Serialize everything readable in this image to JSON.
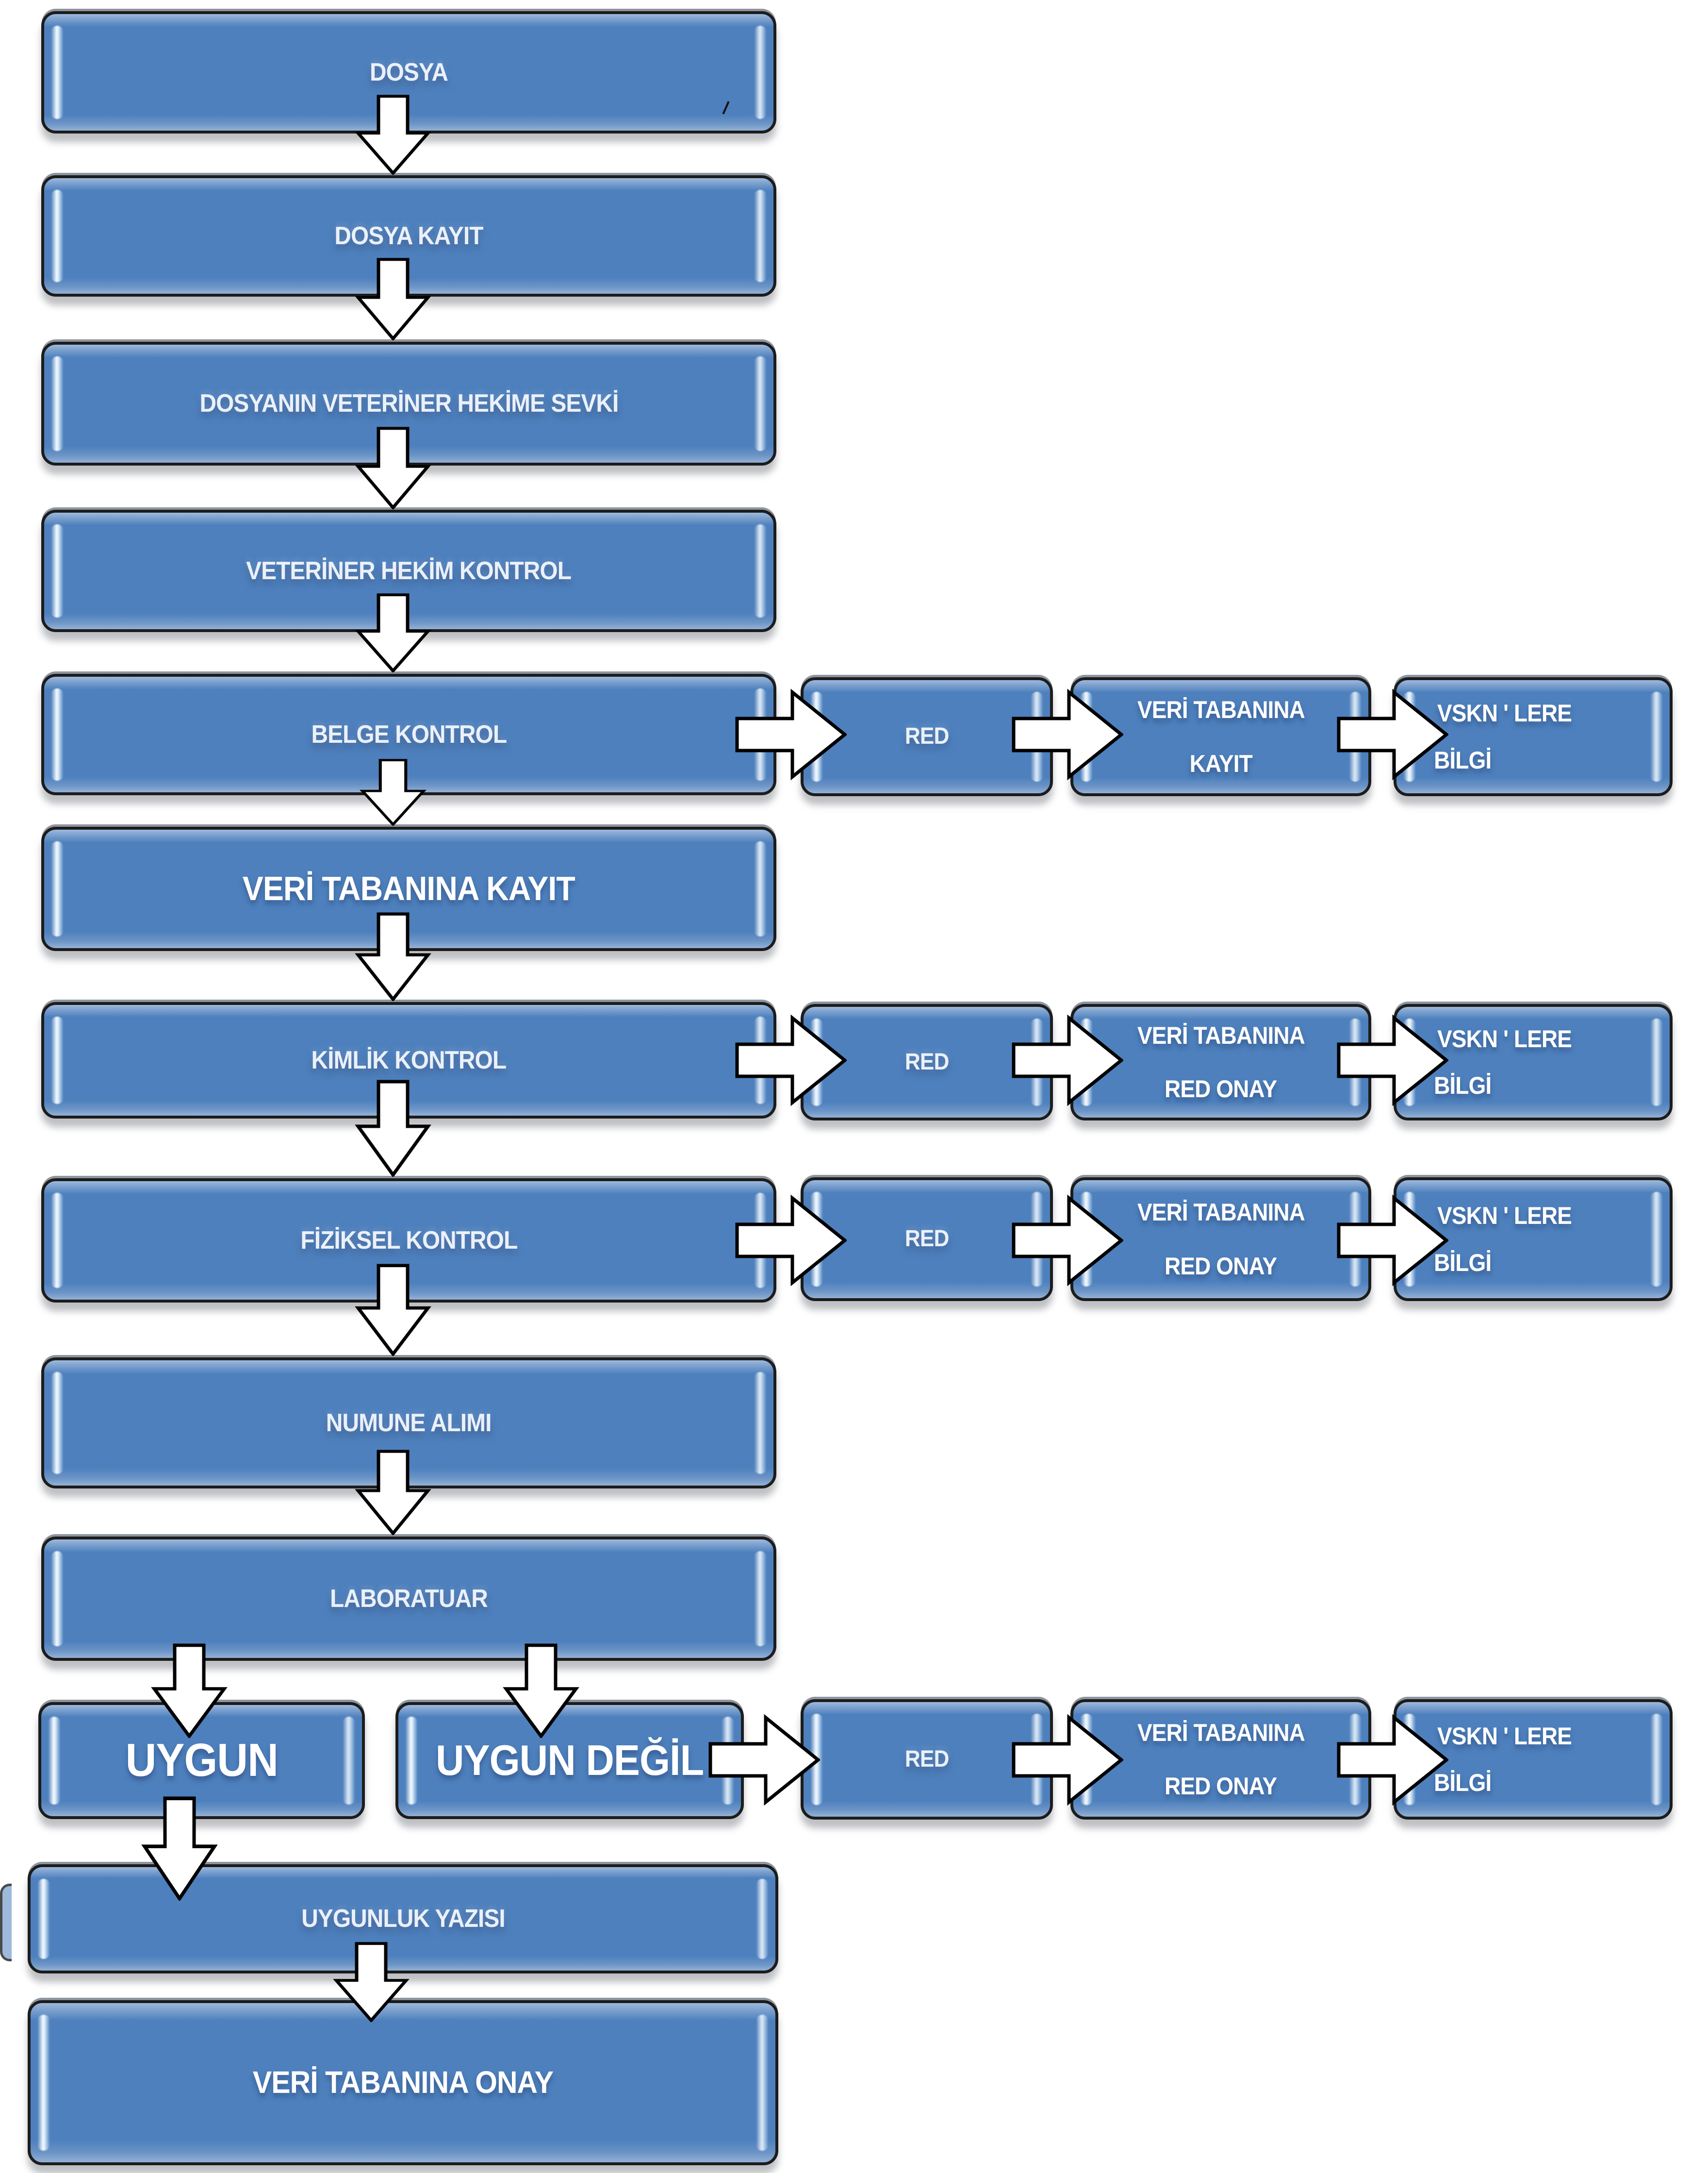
{
  "labels": {
    "dosya": "DOSYA",
    "dosya_kayit": "DOSYA KAYIT",
    "sevk": "DOSYANIN VETERİNER HEKİME SEVKİ",
    "vet_hekim_kontrol": "VETERİNER HEKİM KONTROL",
    "belge_kontrol": "BELGE KONTROL",
    "veri_tabanina_kayit": "VERİ TABANINA KAYIT",
    "kimlik_kontrol": "KİMLİK KONTROL",
    "fiziksel_kontrol": "FİZİKSEL KONTROL",
    "numune_alimi": "NUMUNE ALIMI",
    "laboratuar": "LABORATUAR",
    "uygun": "UYGUN",
    "uygun_degil": "UYGUN DEĞİL",
    "uygunluk_yazisi": "UYGUNLUK YAZISI",
    "veri_tabanina_onay": "VERİ TABANINA ONAY",
    "red": "RED",
    "veri_tabanina": "VERİ TABANINA",
    "kayit": "KAYIT",
    "red_onay": "RED ONAY",
    "vskn_lere": "VSKN ' LERE",
    "bilgi": "BİLGİ"
  },
  "colors": {
    "box_fill": "#4d80bd",
    "box_top_light": "#9db9dc",
    "box_border": "#1c1c1c",
    "arrow_fill": "#ffffff",
    "arrow_outline": "#000000",
    "label_text": "#ffffff",
    "background": "#ffffff"
  },
  "flow_sequence": [
    "DOSYA",
    "DOSYA KAYIT",
    "DOSYANIN VETERİNER HEKİME SEVKİ",
    "VETERİNER HEKİM KONTROL",
    "BELGE KONTROL",
    "VERİ TABANINA KAYIT",
    "KİMLİK KONTROL",
    "FİZİKSEL KONTROL",
    "NUMUNE ALIMI",
    "LABORATUAR",
    "UYGUN / UYGUN DEĞİL",
    "UYGUNLUK YAZISI",
    "VERİ TABANINA ONAY"
  ],
  "reject_branches": [
    {
      "from": "BELGE KONTROL",
      "path": [
        "RED",
        "VERİ TABANINA KAYIT",
        "VSKN ' LERE BİLGİ"
      ]
    },
    {
      "from": "KİMLİK KONTROL",
      "path": [
        "RED",
        "VERİ TABANINA RED ONAY",
        "VSKN ' LERE BİLGİ"
      ]
    },
    {
      "from": "FİZİKSEL KONTROL",
      "path": [
        "RED",
        "VERİ TABANINA RED ONAY",
        "VSKN ' LERE BİLGİ"
      ]
    },
    {
      "from": "UYGUN DEĞİL",
      "path": [
        "RED",
        "VERİ TABANINA RED ONAY",
        "VSKN ' LERE BİLGİ"
      ]
    }
  ]
}
